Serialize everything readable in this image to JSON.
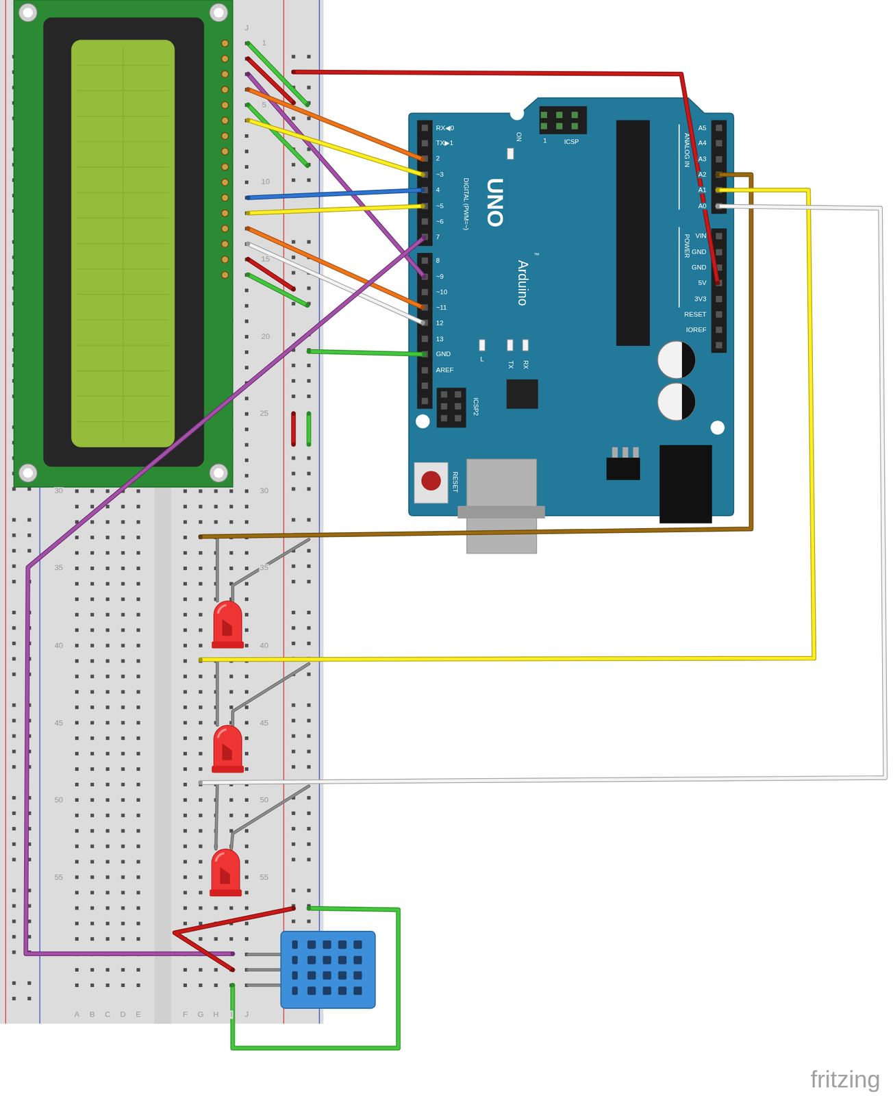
{
  "diagram": {
    "labels": [
      "J",
      "1",
      "5",
      "10",
      "15",
      "20",
      "25",
      "30",
      "30",
      "35",
      "35",
      "40",
      "40",
      "45",
      "45",
      "50",
      "50",
      "55",
      "55",
      "A",
      "B",
      "C",
      "D",
      "E",
      "F",
      "G",
      "H",
      "I",
      "J",
      "RX◀0",
      "TX▶1",
      "2",
      "~3",
      "4",
      "~5",
      "~6",
      "7",
      "8",
      "~9",
      "~10",
      "~11",
      "12",
      "13",
      "GND",
      "AREF",
      "DIGITAL (PWM=~)",
      "ON",
      "1",
      "ICSP",
      "UNO",
      "Arduino",
      "™",
      "L",
      "TX",
      "RX",
      "ICSP2",
      "RESET",
      "ANALOG IN",
      "A5",
      "A4",
      "A3",
      "A2",
      "A1",
      "A0",
      "POWER",
      "VIN",
      "GND",
      "GND",
      "5V",
      "3V3",
      "RESET",
      "IOREF",
      "fritzing"
    ]
  }
}
